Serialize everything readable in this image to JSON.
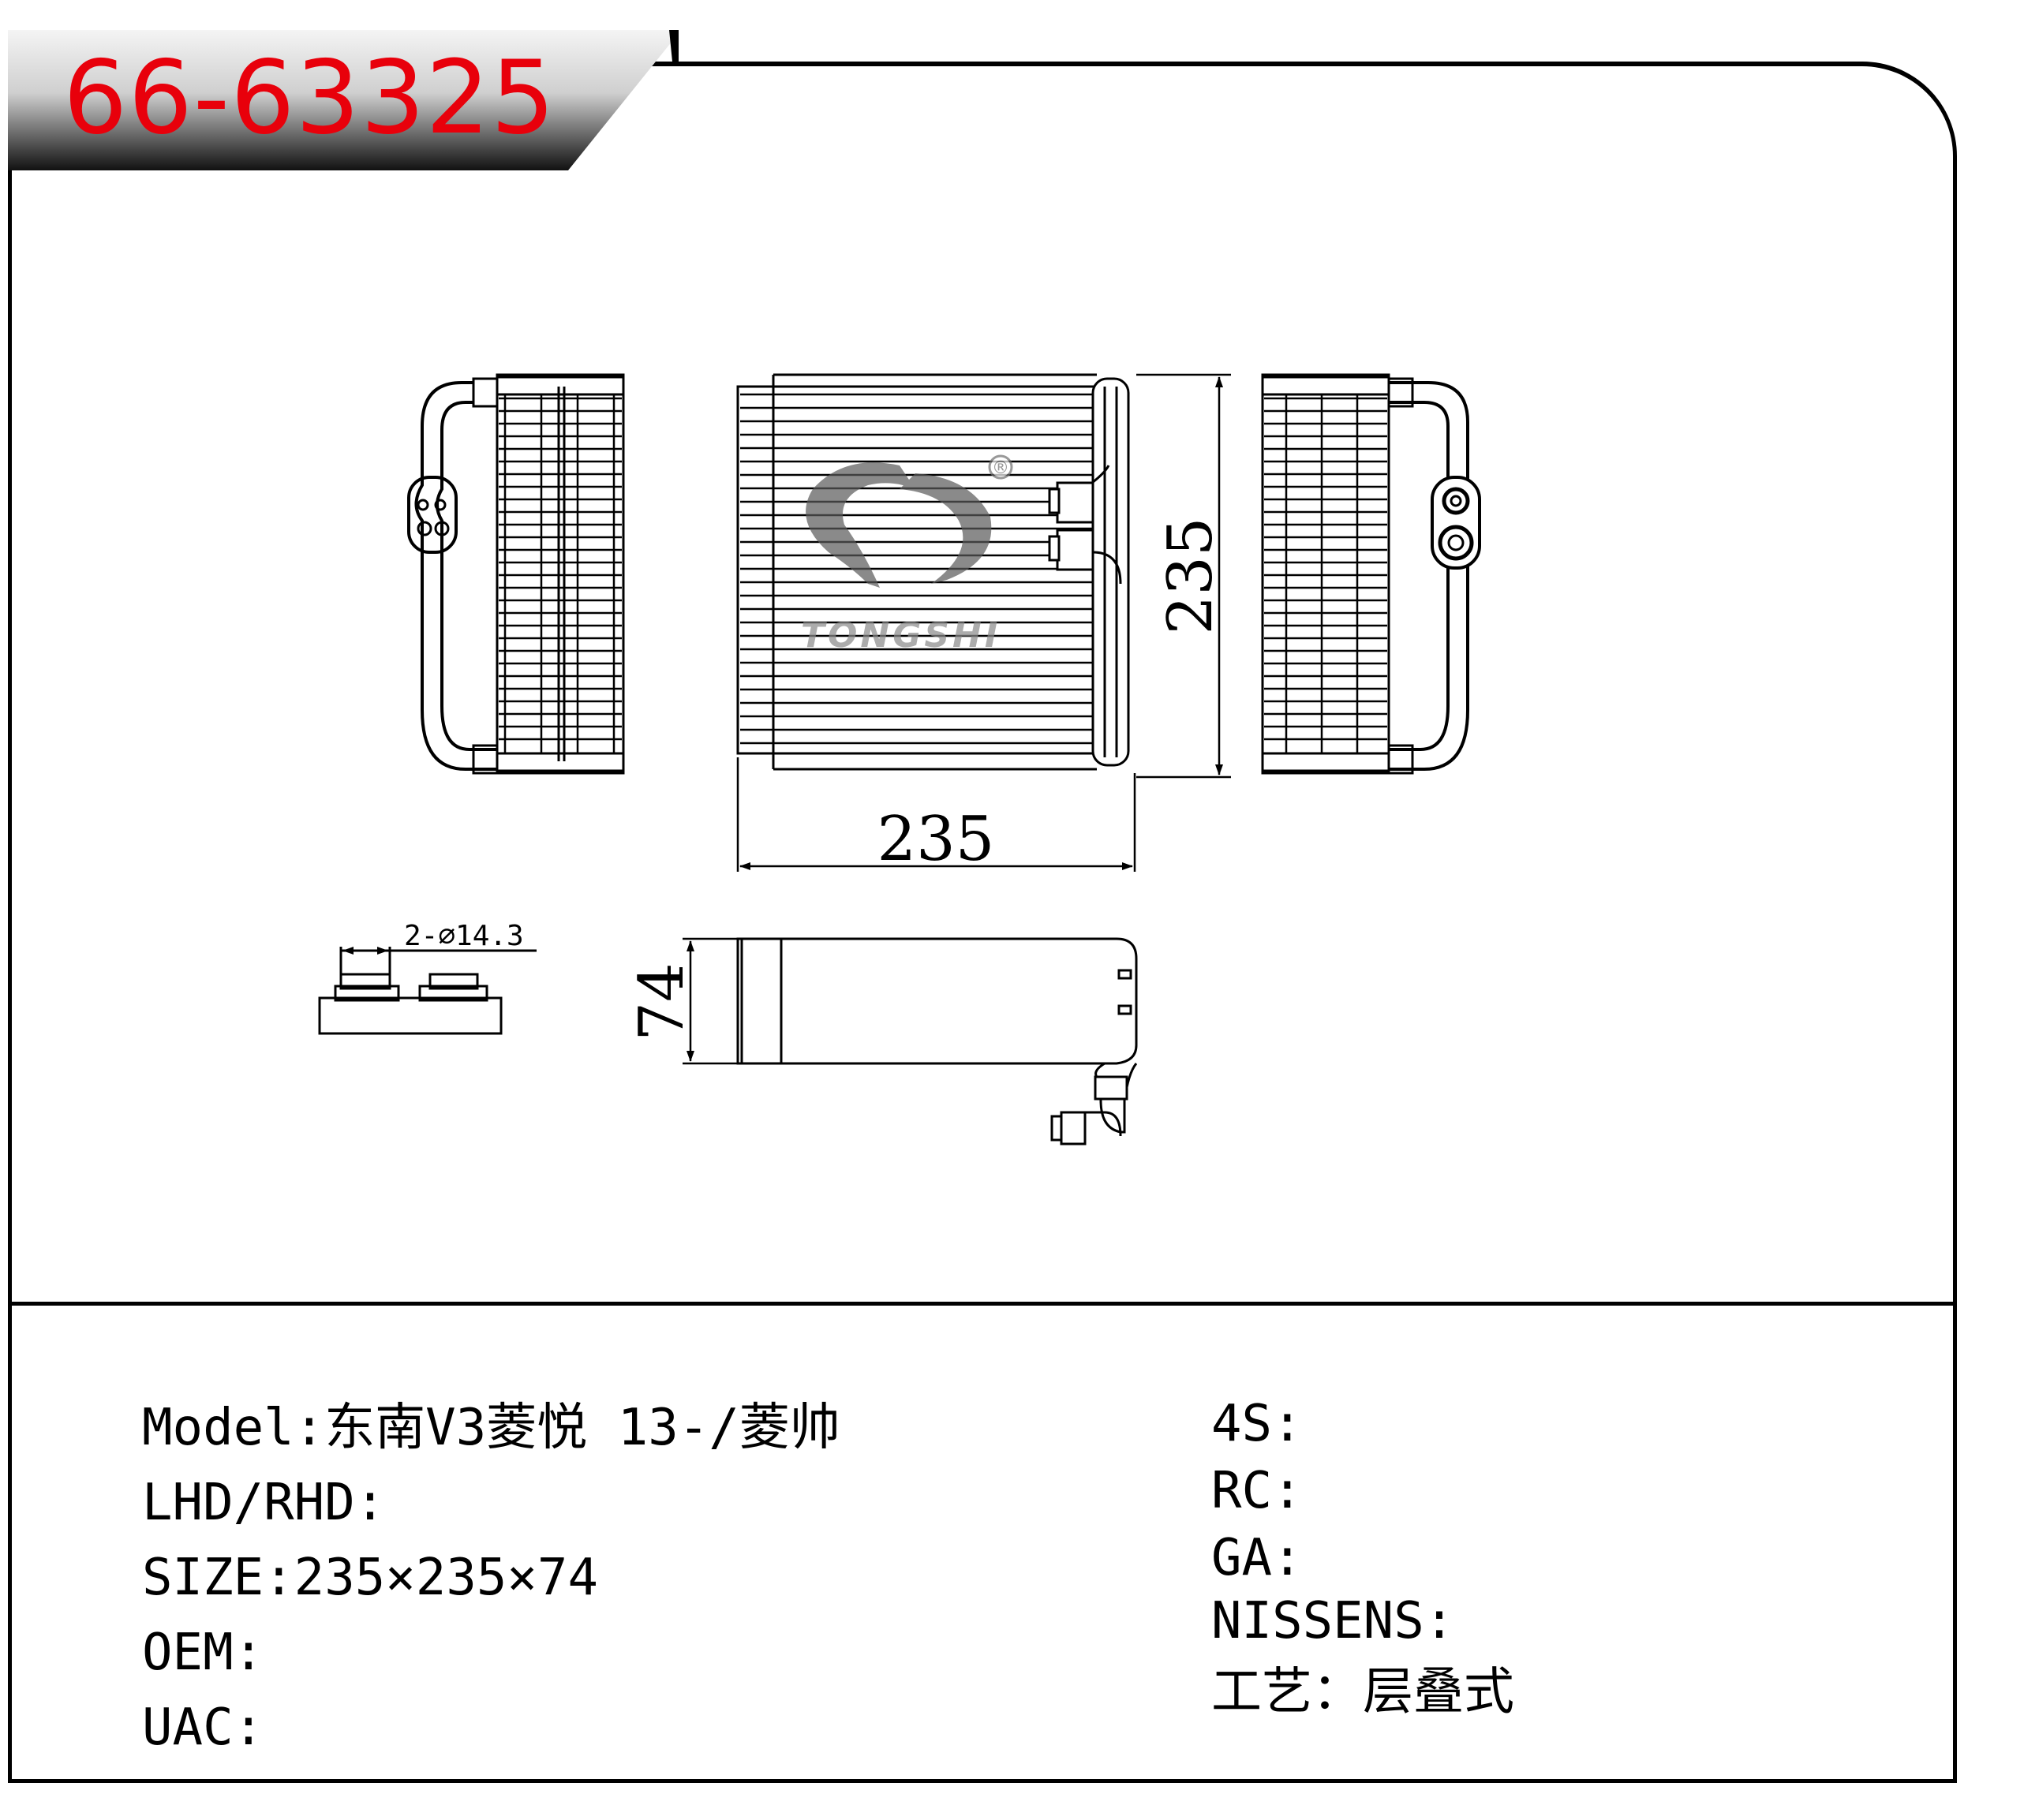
{
  "part_number": "66-63325",
  "brand_logo": {
    "text": "TONGSHI",
    "registered_mark": "®"
  },
  "dimensions": {
    "width": "235",
    "height": "235",
    "depth": "74",
    "port": "2-⌀14.3"
  },
  "specs_left": [
    {
      "label": "Model",
      "sep": ":",
      "value": "东南V3菱悦 13-/菱帅"
    },
    {
      "label": "LHD/RHD",
      "sep": ":",
      "value": ""
    },
    {
      "label": "SIZE",
      "sep": ":",
      "value": "235×235×74"
    },
    {
      "label": "OEM",
      "sep": ":",
      "value": ""
    },
    {
      "label": "UAC",
      "sep": ":",
      "value": ""
    }
  ],
  "specs_right": [
    {
      "label": "4S",
      "sep": ":",
      "value": ""
    },
    {
      "label": "RC",
      "sep": ":",
      "value": ""
    },
    {
      "label": "GA",
      "sep": ":",
      "value": ""
    },
    {
      "label": "NISSENS",
      "sep": ":",
      "value": ""
    },
    {
      "label": "工艺",
      "sep": "：",
      "value": "层叠式"
    }
  ],
  "colors": {
    "accent": "#e8000b",
    "line": "#000000",
    "tab_dark": "#1a1a1a",
    "tab_light": "#f2f2f2",
    "logo": "#6e6e6e"
  }
}
